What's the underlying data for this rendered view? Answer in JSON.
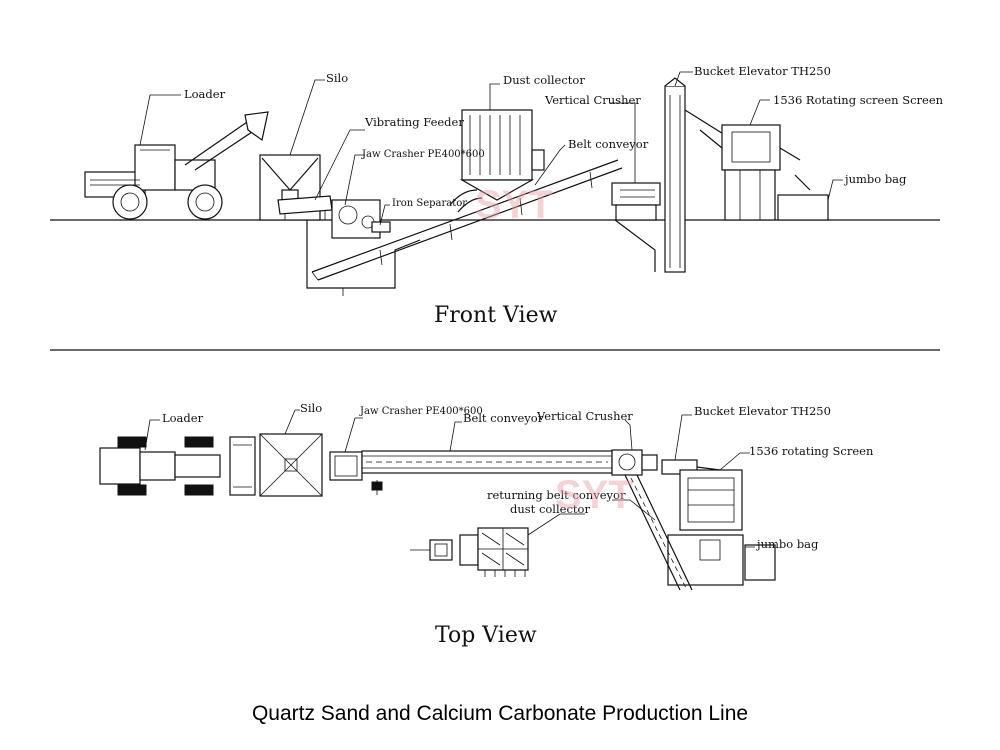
{
  "watermark": "SYT",
  "front_view": {
    "title": "Front View",
    "labels": {
      "loader": "Loader",
      "silo": "Silo",
      "vibrating_feeder": "Vibrating Feeder",
      "jaw_crusher": "Jaw Crasher PE400*600",
      "iron_separator": "Iron Separator",
      "dust_collector": "Dust collector",
      "vertical_crusher": "Vertical Crusher",
      "belt_conveyor": "Belt conveyor",
      "bucket_elevator": "Bucket Elevator  TH250",
      "rotating_screen": "1536 Rotating screen Screen",
      "jumbo_bag": "jumbo bag"
    }
  },
  "top_view": {
    "title": "Top View",
    "labels": {
      "loader": "Loader",
      "silo": "Silo",
      "jaw_crusher": "Jaw Crasher PE400*600",
      "belt_conveyor": "Belt conveyor",
      "vertical_crusher": "Vertical Crusher",
      "bucket_elevator": "Bucket Elevator  TH250",
      "rotating_screen": "1536 rotating Screen",
      "returning_belt_conveyor": "returning belt conveyor",
      "dust_collector": "dust collector",
      "jumbo_bag": "jumbo bag"
    }
  },
  "caption": "Quartz Sand and Calcium Carbonate Production Line"
}
